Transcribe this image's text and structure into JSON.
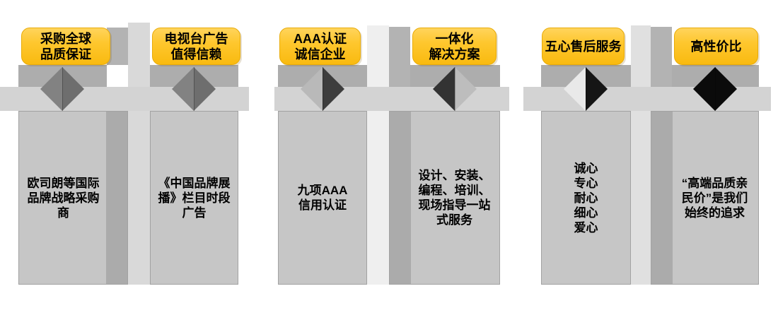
{
  "page": {
    "background": "#ffffff",
    "accent_yellow": "#fec72e",
    "panel_gray": "#c6c6c6"
  },
  "groups": [
    {
      "columns": [
        {
          "header": "采购全球\n品质保证",
          "body": "欧司朗等国际\n品牌战略采购\n商",
          "diamond": {
            "left": "#828282",
            "right": "#6e6e6e"
          }
        },
        {
          "header": "电视台广告\n值得信赖",
          "body": "《中国品牌展\n播》栏目时段\n广告",
          "diamond": {
            "left": "#828282",
            "right": "#6e6e6e"
          }
        }
      ]
    },
    {
      "columns": [
        {
          "header": "AAA认证\n诚信企业",
          "body": "九项AAA\n信用认证",
          "diamond": {
            "left": "#b9b9b9",
            "right": "#3d3d3d"
          }
        },
        {
          "header": "一体化\n解决方案",
          "body": "设计、安装、\n编程、培训、\n现场指导一站\n式服务",
          "diamond": {
            "left": "#333333",
            "right": "#bdbdbd"
          }
        }
      ]
    },
    {
      "columns": [
        {
          "header": "五心售后服务",
          "body": "诚心\n专心\n耐心\n细心\n爱心",
          "diamond": {
            "left": "#e9e9e9",
            "right": "#151515"
          }
        },
        {
          "header": "高性价比",
          "body": "“高端品质亲\n民价”是我们\n始终的追求",
          "diamond": {
            "left": "#0b0b0b",
            "right": "#0b0b0b"
          }
        }
      ]
    }
  ]
}
